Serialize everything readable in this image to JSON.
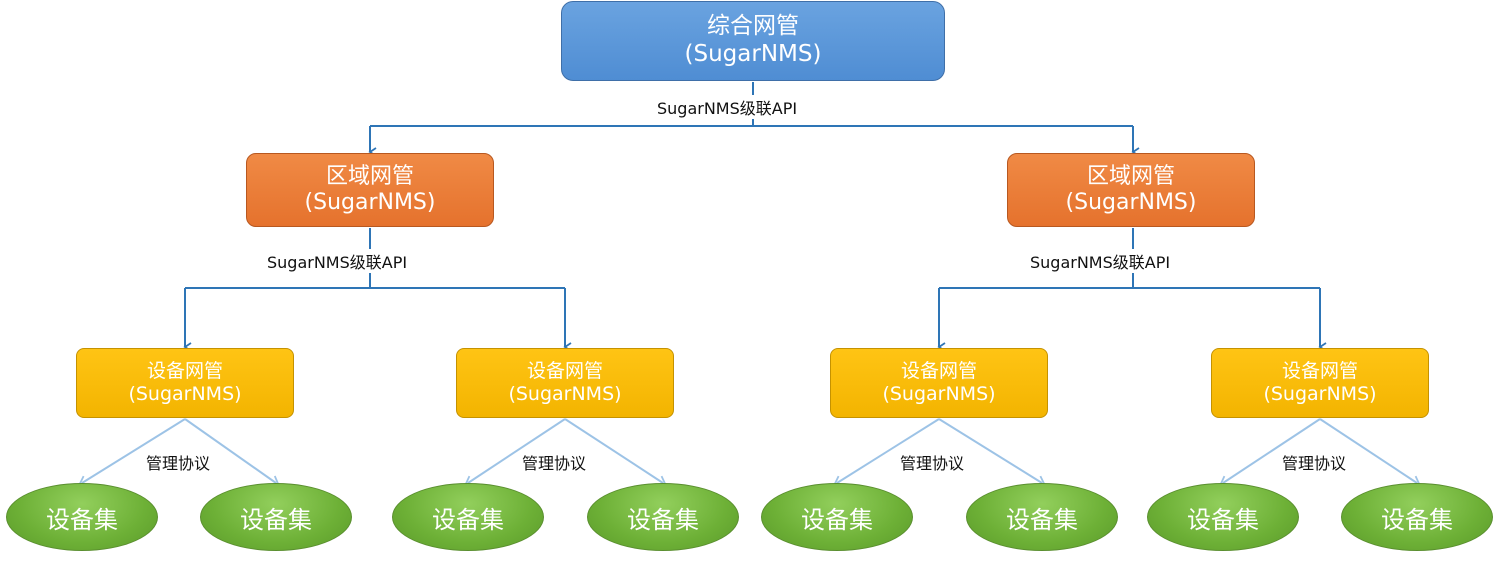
{
  "top_node": {
    "title": "综合网管",
    "subtitle": "(SugarNMS)"
  },
  "region_nodes": [
    {
      "title": "区域网管",
      "subtitle": "(SugarNMS)"
    },
    {
      "title": "区域网管",
      "subtitle": "(SugarNMS)"
    }
  ],
  "device_nodes": [
    {
      "title": "设备网管",
      "subtitle": "(SugarNMS)"
    },
    {
      "title": "设备网管",
      "subtitle": "(SugarNMS)"
    },
    {
      "title": "设备网管",
      "subtitle": "(SugarNMS)"
    },
    {
      "title": "设备网管",
      "subtitle": "(SugarNMS)"
    }
  ],
  "device_sets": [
    "设备集",
    "设备集",
    "设备集",
    "设备集",
    "设备集",
    "设备集",
    "设备集",
    "设备集"
  ],
  "edge_labels": {
    "top_to_region": "SugarNMS级联API",
    "region_to_device": [
      "SugarNMS级联API",
      "SugarNMS级联API"
    ],
    "device_to_set": [
      "管理协议",
      "管理协议",
      "管理协议",
      "管理协议"
    ]
  },
  "colors": {
    "top_fill": "#5b9bd5",
    "region_fill": "#ed7d31",
    "device_fill": "#ffc000",
    "set_fill": "#70ad47",
    "connector": "#2e75b6",
    "protocol_line": "#9dc3e6"
  }
}
